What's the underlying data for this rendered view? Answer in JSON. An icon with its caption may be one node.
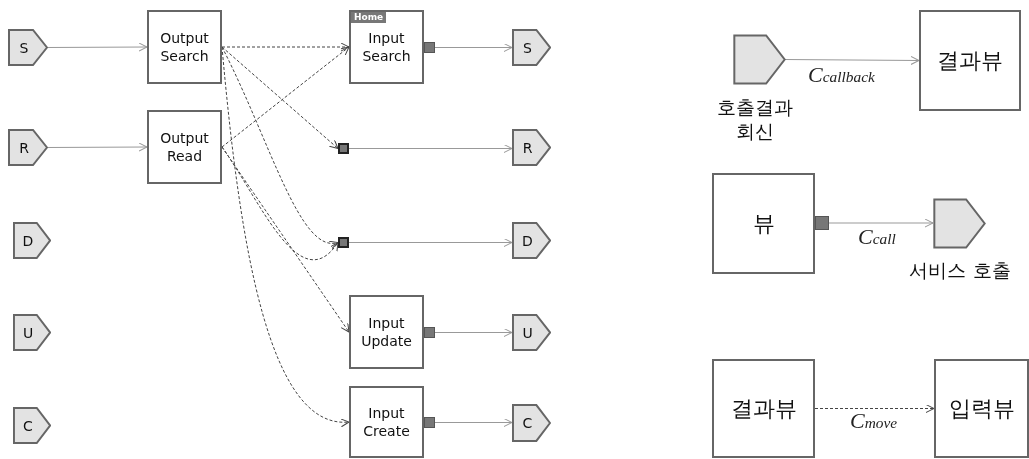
{
  "diagram": {
    "nodes": [
      {
        "text": [
          "S"
        ]
      },
      {
        "text": [
          "R"
        ]
      },
      {
        "text": [
          "D"
        ]
      },
      {
        "text": [
          "U"
        ]
      },
      {
        "text": [
          "C"
        ]
      },
      {
        "text": [
          "Output Search"
        ]
      },
      {
        "text": [
          "Output Read"
        ]
      },
      {
        "text": [
          "Home",
          "Input Search"
        ]
      },
      {
        "text": [],
        "shape": "box"
      },
      {
        "text": [
          "S"
        ]
      },
      {
        "text": [],
        "shape": "box"
      },
      {
        "text": [
          "R"
        ]
      },
      {
        "text": [],
        "shape": "box"
      },
      {
        "text": [
          "D"
        ]
      },
      {
        "text": [
          "Input Update"
        ]
      },
      {
        "text": [],
        "shape": "box"
      },
      {
        "text": [
          "U"
        ]
      },
      {
        "text": [
          "Input Create"
        ]
      },
      {
        "text": [],
        "shape": "box"
      },
      {
        "text": [
          "C"
        ]
      },
      {
        "text": [],
        "shape": "pentagon",
        "beside": [
          "호출결과 회신"
        ]
      },
      {
        "text": [
          "결과뷰"
        ]
      },
      {
        "text": [
          "뷰"
        ]
      },
      {
        "text": [],
        "shape": "box"
      },
      {
        "text": [],
        "shape": "pentagon",
        "beside": [
          "서비스 호출"
        ]
      },
      {
        "text": [
          "결과뷰"
        ]
      },
      {
        "text": [
          "입력뷰"
        ]
      }
    ],
    "edges": [
      {
        "from": 0,
        "to": 5,
        "arrow": "to"
      },
      {
        "from": 1,
        "to": 6,
        "arrow": "to"
      },
      {
        "from": 5,
        "to": 7,
        "arrow": "to",
        "style": "dashed"
      },
      {
        "from": 6,
        "to": 7,
        "arrow": "to",
        "style": "dashed"
      },
      {
        "from": 5,
        "to": 10,
        "arrow": "to",
        "style": "dashed"
      },
      {
        "from": 5,
        "to": 12,
        "arrow": "to",
        "style": "dashed"
      },
      {
        "from": 6,
        "to": 12,
        "arrow": "to",
        "style": "dashed"
      },
      {
        "from": 6,
        "to": 14,
        "arrow": "to",
        "style": "dashed"
      },
      {
        "from": 5,
        "to": 17,
        "arrow": "to",
        "style": "dashed"
      },
      {
        "from": 8,
        "to": 9,
        "arrow": "to"
      },
      {
        "from": 10,
        "to": 11,
        "arrow": "to"
      },
      {
        "from": 12,
        "to": 13,
        "arrow": "to"
      },
      {
        "from": 15,
        "to": 16,
        "arrow": "to"
      },
      {
        "from": 18,
        "to": 19,
        "arrow": "to"
      },
      {
        "from": 20,
        "to": 21,
        "arrow": "to",
        "label": "C$_{callback}$"
      },
      {
        "from": 23,
        "to": 24,
        "arrow": "to",
        "label": "C$_{call}$"
      },
      {
        "from": 25,
        "to": 26,
        "arrow": "to",
        "label": "C$_{move}$",
        "style": "dashed"
      }
    ]
  }
}
